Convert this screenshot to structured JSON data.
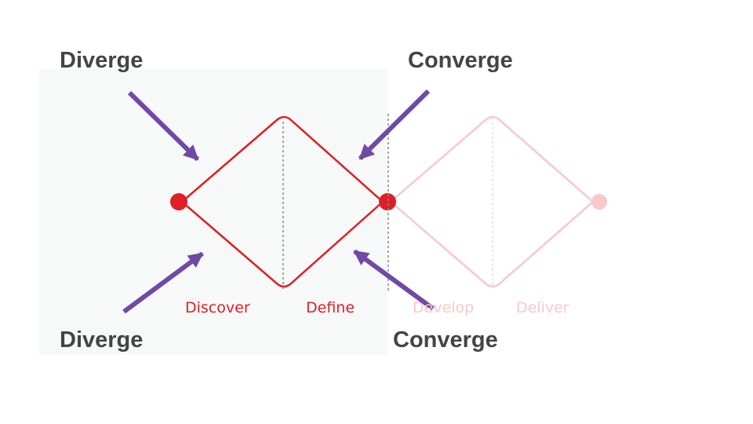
{
  "labels": {
    "diverge_top": "Diverge",
    "converge_top": "Converge",
    "diverge_bottom": "Diverge",
    "converge_bottom": "Converge"
  },
  "phases": {
    "discover": "Discover",
    "define": "Define",
    "develop": "Develop",
    "deliver": "Deliver"
  },
  "colors": {
    "active_red": "#de1f26",
    "faded_red": "#f7c9cb",
    "arrow_purple": "#6f4aa5",
    "heading_gray": "#444444",
    "panel_bg": "#f7f9f9"
  }
}
